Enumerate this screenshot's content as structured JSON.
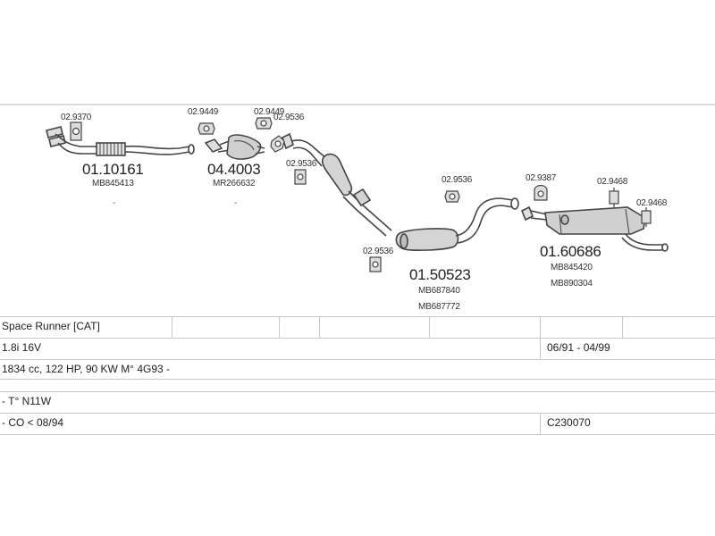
{
  "parts": {
    "gasket_1": "02.9370",
    "front_pipe_code": "01.10161",
    "front_pipe_oem": "MB845413",
    "gasket_2": "02.9449",
    "gasket_3": "02.9449",
    "catalyst_code": "04.4003",
    "catalyst_oem": "MR266632",
    "gasket_4": "02.9536",
    "gasket_5": "02.9536",
    "gasket_6": "02.9536",
    "gasket_7": "02.9536",
    "middle_code": "01.50523",
    "middle_oem_1": "MB687840",
    "middle_oem_2": "MB687772",
    "gasket_8": "02.9387",
    "hanger_1": "02.9468",
    "hanger_2": "02.9468",
    "rear_code": "01.60686",
    "rear_oem_1": "MB845420",
    "rear_oem_2": "MB890304",
    "dot": "-"
  },
  "info": {
    "model": "Space Runner  [CAT]",
    "engine": "1.8i 16V",
    "years": "06/91 - 04/99",
    "spec": "1834 cc, 122 HP, 90 KW M° 4G93 -",
    "type": "- T° N11W",
    "co": "- CO < 08/94",
    "ref": "C230070"
  },
  "colors": {
    "line": "#c8c8c8",
    "part_stroke": "#444444",
    "part_fill": "#d9d9d9"
  }
}
